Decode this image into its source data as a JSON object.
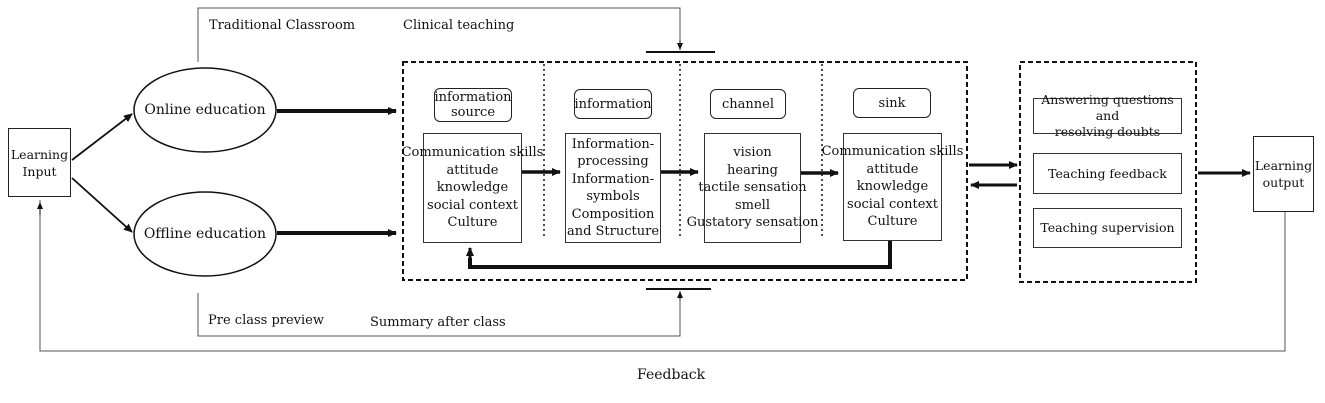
{
  "top_labels": {
    "left": "Traditional Classroom",
    "right": "Clinical teaching"
  },
  "bottom_labels": {
    "left": "Pre class preview",
    "right": "Summary after class"
  },
  "learning_input": "Learning\nInput",
  "learning_output": "Learning\noutput",
  "online": "Online education",
  "offline": "Offline education",
  "feedback": "Feedback",
  "stages": [
    {
      "title": "information\nsource",
      "items": [
        "Communication skills",
        "attitude",
        "knowledge",
        "social context",
        "Culture"
      ]
    },
    {
      "title": "information",
      "items": [
        "Information-",
        "processing",
        "Information-",
        "symbols",
        "Composition",
        "and Structure"
      ]
    },
    {
      "title": "channel",
      "items": [
        "vision",
        "hearing",
        "tactile sensation",
        "smell",
        "Gustatory sensation"
      ]
    },
    {
      "title": "sink",
      "items": [
        "Communication skills",
        "attitude",
        "knowledge",
        "social context",
        "Culture"
      ]
    }
  ],
  "outcomes": [
    "Answering questions and\nresolving doubts",
    "Teaching feedback",
    "Teaching supervision"
  ]
}
